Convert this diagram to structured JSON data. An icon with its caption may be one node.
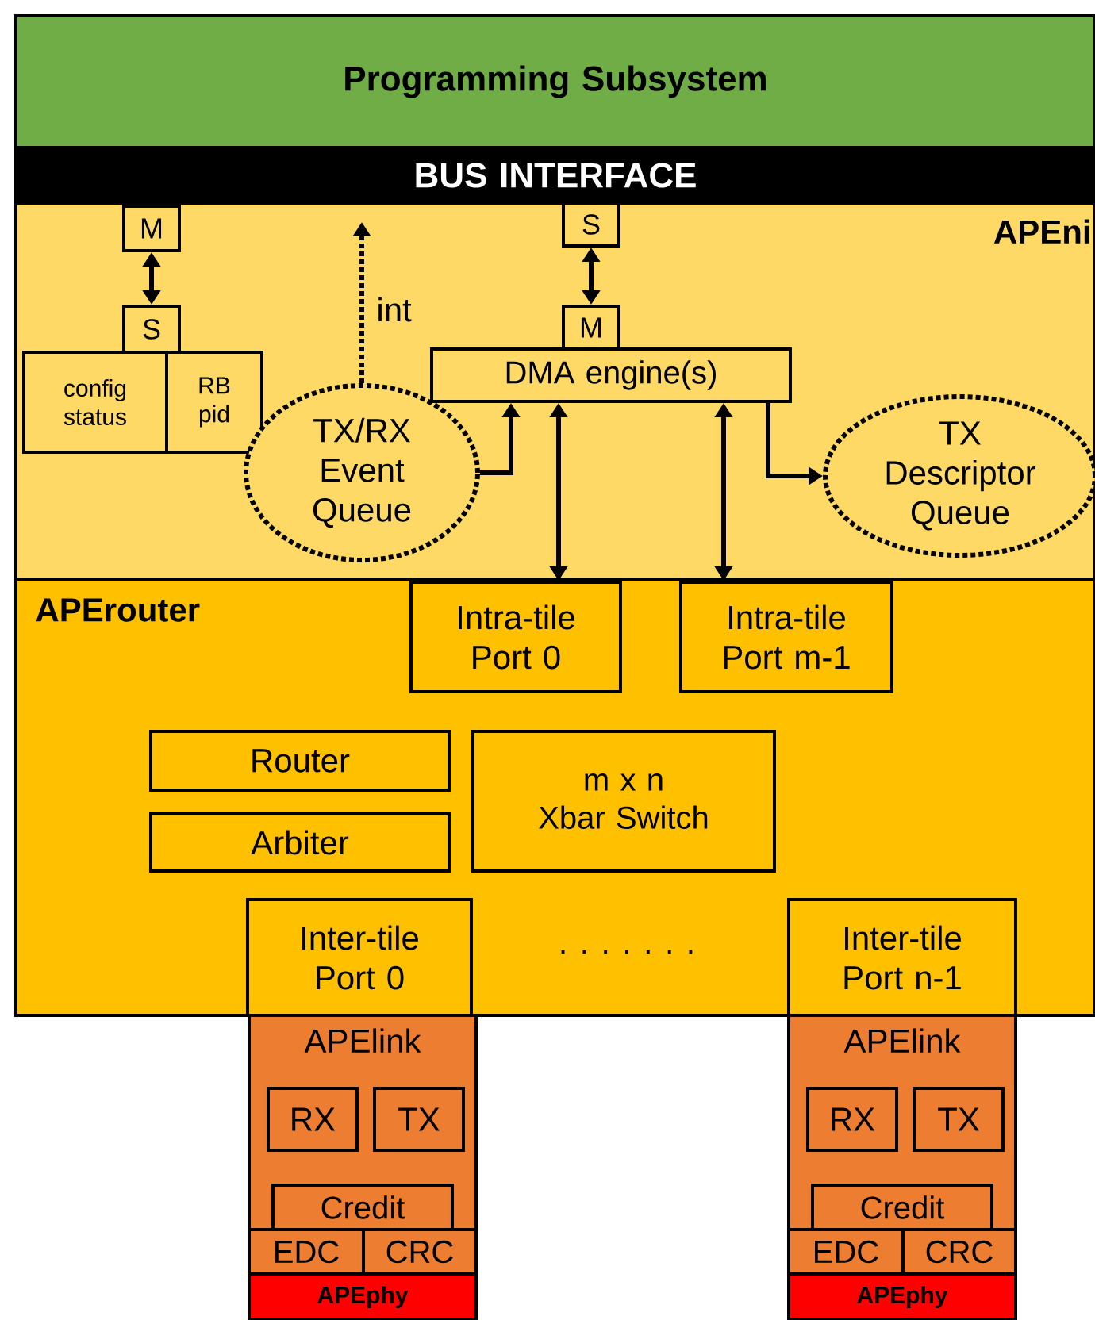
{
  "diagram": {
    "nodes": [
      {
        "text": [
          "Programming Subsystem"
        ]
      },
      {
        "text": [
          "BUS INTERFACE"
        ]
      },
      {
        "text": [
          "APEni"
        ]
      },
      {
        "text": [
          "M"
        ],
        "in": 2
      },
      {
        "text": [
          "S"
        ],
        "in": 2
      },
      {
        "text": [
          "config status"
        ],
        "in": 2
      },
      {
        "text": [
          "RB pid"
        ],
        "in": 2
      },
      {
        "text": [
          "S"
        ],
        "in": 2
      },
      {
        "text": [
          "M"
        ],
        "in": 2
      },
      {
        "text": [
          "DMA engine(s)"
        ],
        "in": 2
      },
      {
        "text": [
          "TX/RX Event Queue"
        ],
        "in": 2
      },
      {
        "text": [
          "TX Descriptor Queue"
        ],
        "in": 2
      },
      {
        "text": [
          "APErouter"
        ]
      },
      {
        "text": [
          "Intra-tile Port 0"
        ],
        "in": 12
      },
      {
        "text": [
          "Intra-tile Port m-1"
        ],
        "in": 12
      },
      {
        "text": [
          "Router"
        ],
        "in": 12
      },
      {
        "text": [
          "Arbiter"
        ],
        "in": 12
      },
      {
        "text": [
          "m x n Xbar Switch"
        ],
        "in": 12
      },
      {
        "text": [
          "Inter-tile Port 0"
        ],
        "in": 12
      },
      {
        "text": [
          "Inter-tile Port n-1"
        ],
        "in": 12
      },
      {
        "text": [
          "APElink"
        ]
      },
      {
        "text": [
          "RX"
        ],
        "in": 20
      },
      {
        "text": [
          "TX"
        ],
        "in": 20
      },
      {
        "text": [
          "Credit"
        ],
        "in": 20
      },
      {
        "text": [
          "EDC"
        ],
        "in": 20
      },
      {
        "text": [
          "CRC"
        ],
        "in": 20
      },
      {
        "text": [
          "APEphy"
        ]
      },
      {
        "text": [
          "APElink"
        ]
      },
      {
        "text": [
          "RX"
        ],
        "in": 27
      },
      {
        "text": [
          "TX"
        ],
        "in": 27
      },
      {
        "text": [
          "Credit"
        ],
        "in": 27
      },
      {
        "text": [
          "EDC"
        ],
        "in": 27
      },
      {
        "text": [
          "CRC"
        ],
        "in": 27
      },
      {
        "text": [
          "APEphy"
        ]
      }
    ],
    "edges": [
      {
        "from": 3,
        "to": 4,
        "arrow": "both"
      },
      {
        "from": 7,
        "to": 8,
        "arrow": "both"
      },
      {
        "from": 10,
        "to": null,
        "arrow": "to",
        "label": "int",
        "style": "dashed"
      },
      {
        "from": 10,
        "to": 9,
        "arrow": "to"
      },
      {
        "from": 9,
        "to": 11,
        "arrow": "to"
      },
      {
        "from": 9,
        "to": 13,
        "arrow": "both"
      },
      {
        "from": 9,
        "to": 14,
        "arrow": "both"
      }
    ],
    "labels": [
      ". . . . . . ."
    ]
  }
}
